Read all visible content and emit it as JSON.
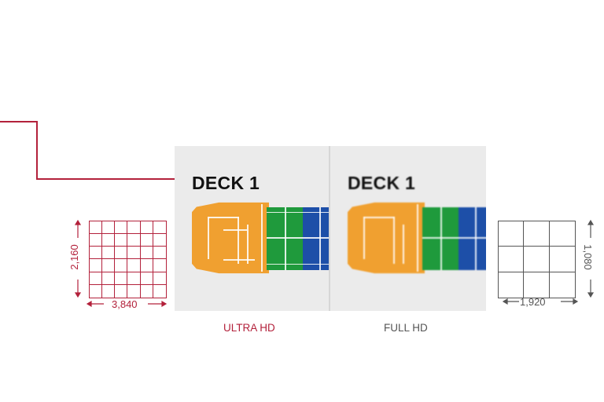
{
  "colors": {
    "accent_red": "#b3213b",
    "gray_text": "#555555",
    "panel_bg": "#ebebeb",
    "orange": "#f0a030",
    "green": "#1f9a3c",
    "blue": "#1d4fa8"
  },
  "left_panel": {
    "title": "DECK 1",
    "caption": "ULTRA HD"
  },
  "right_panel": {
    "title": "DECK 1",
    "caption": "FULL HD"
  },
  "uhd_grid": {
    "columns": 6,
    "rows": 6,
    "width_label": "3,840",
    "height_label": "2,160"
  },
  "fhd_grid": {
    "columns": 3,
    "rows": 3,
    "width_label": "1,920",
    "height_label": "1,080"
  }
}
